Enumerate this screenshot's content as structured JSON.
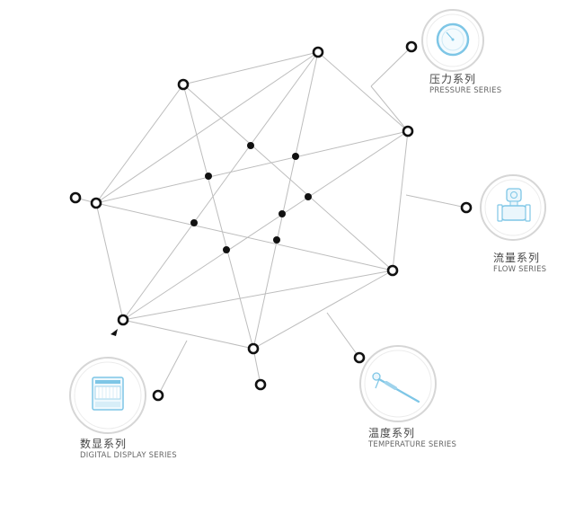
{
  "series": [
    {
      "id": "pressure",
      "name_cn": "压力系列",
      "name_en": "PRESSURE SERIES",
      "icon": "pressure-gauge-icon"
    },
    {
      "id": "flow",
      "name_cn": "流量系列",
      "name_en": "FLOW SERIES",
      "icon": "flow-meter-icon"
    },
    {
      "id": "temperature",
      "name_cn": "温度系列",
      "name_en": "TEMPERATURE SERIES",
      "icon": "thermometer-icon"
    },
    {
      "id": "digital",
      "name_cn": "数显系列",
      "name_en": "DIGITAL DISPLAY SERIES",
      "icon": "digital-display-icon"
    }
  ],
  "colors": {
    "line": "#bdbdbd",
    "node": "#111111",
    "ring": "#d6d6d6",
    "icon_blue": "#7ec6e6"
  }
}
